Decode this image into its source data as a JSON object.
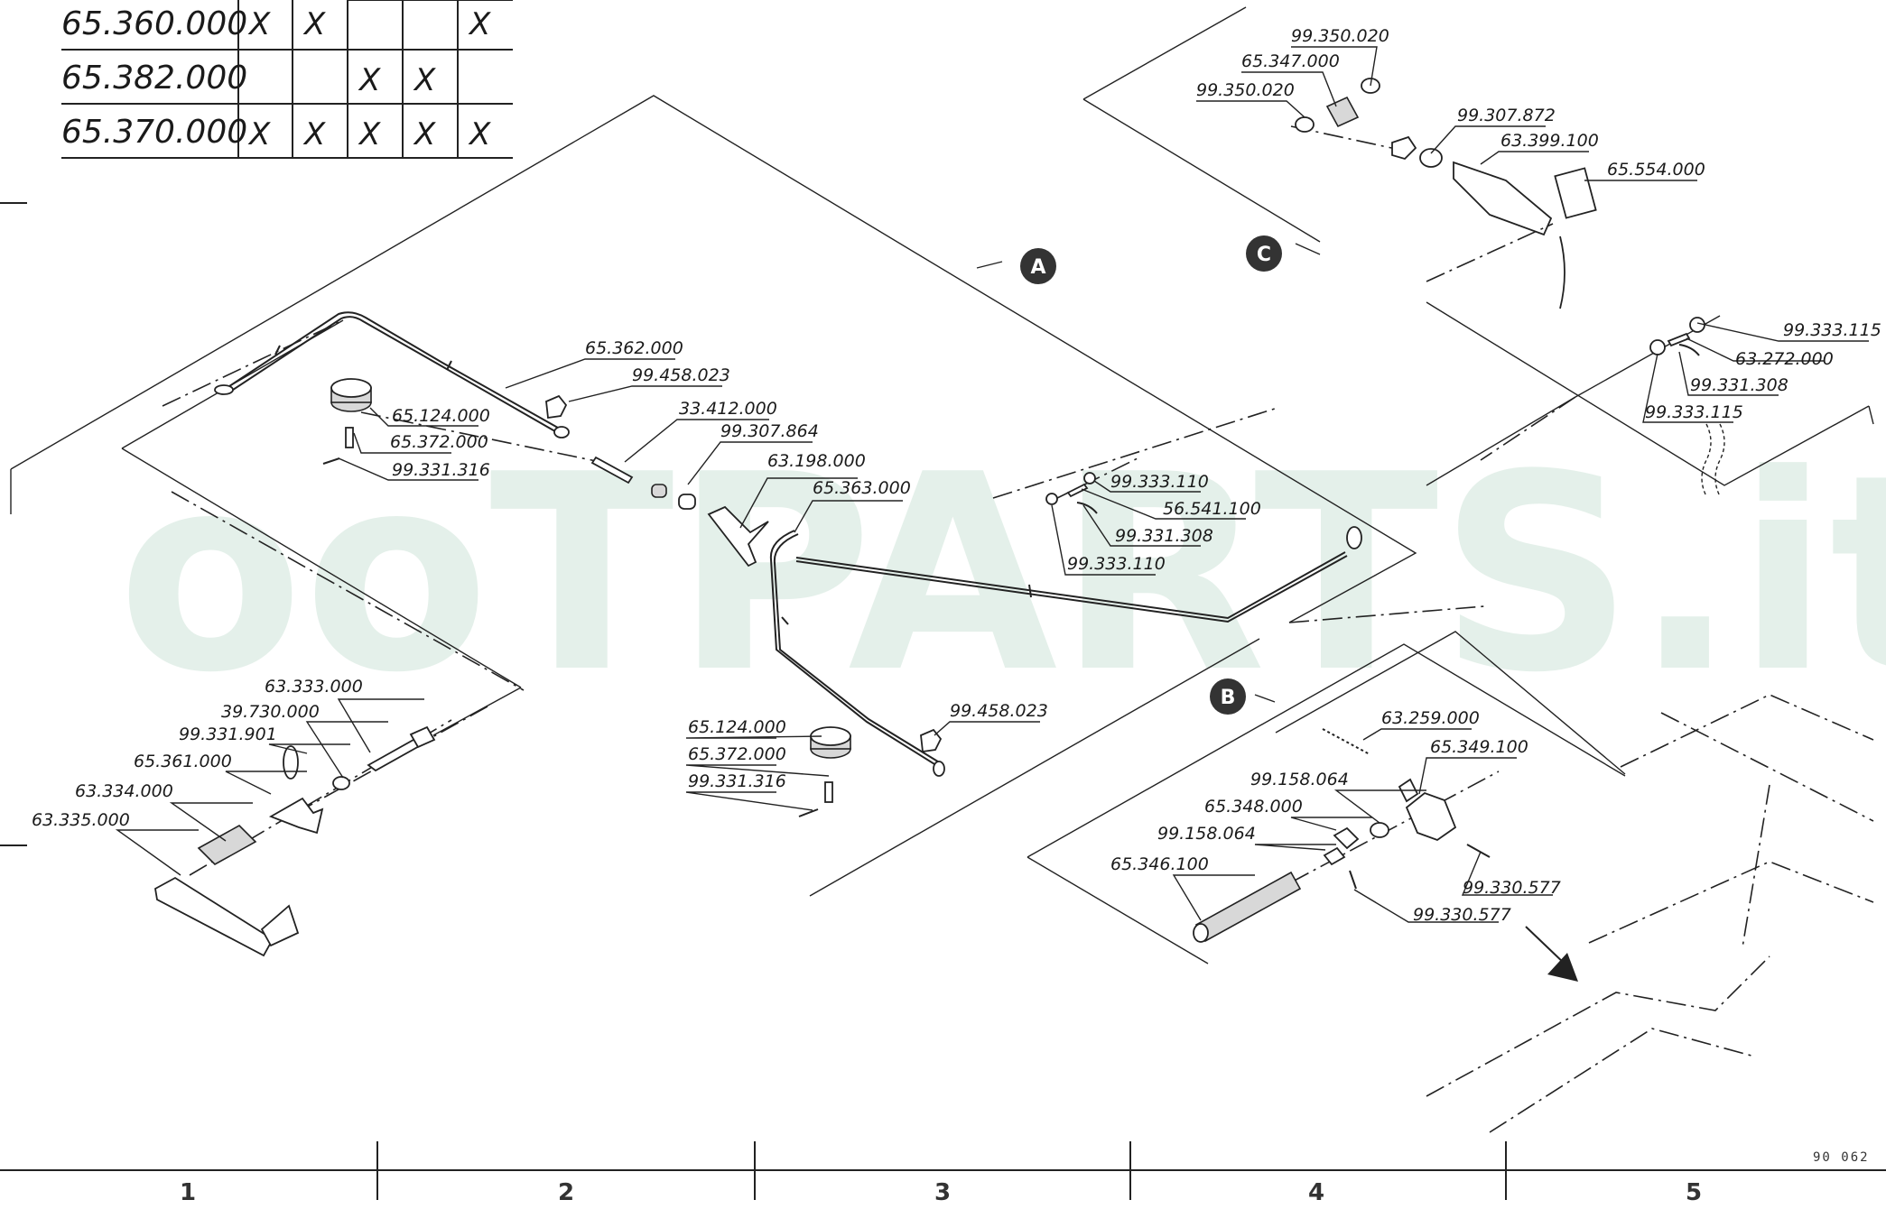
{
  "table": {
    "rows": [
      {
        "code": "65.360.000",
        "marks": [
          "X",
          "X",
          "",
          "",
          "X"
        ]
      },
      {
        "code": "65.382.000",
        "marks": [
          "",
          "",
          "X",
          "X",
          ""
        ]
      },
      {
        "code": "65.370.000",
        "marks": [
          "X",
          "X",
          "X",
          "X",
          "X"
        ]
      }
    ]
  },
  "sections": [
    "A",
    "B",
    "C"
  ],
  "labels": [
    {
      "id": "p1",
      "text": "65.362.000"
    },
    {
      "id": "p2",
      "text": "99.458.023"
    },
    {
      "id": "p3",
      "text": "33.412.000"
    },
    {
      "id": "p4",
      "text": "99.307.864"
    },
    {
      "id": "p5",
      "text": "63.198.000"
    },
    {
      "id": "p6",
      "text": "65.363.000"
    },
    {
      "id": "p7",
      "text": "65.124.000"
    },
    {
      "id": "p8",
      "text": "65.372.000"
    },
    {
      "id": "p9",
      "text": "99.331.316"
    },
    {
      "id": "p10",
      "text": "99.333.110"
    },
    {
      "id": "p11",
      "text": "56.541.100"
    },
    {
      "id": "p12",
      "text": "99.331.308"
    },
    {
      "id": "p13",
      "text": "99.333.110"
    },
    {
      "id": "p14",
      "text": "63.333.000"
    },
    {
      "id": "p15",
      "text": "39.730.000"
    },
    {
      "id": "p16",
      "text": "99.331.901"
    },
    {
      "id": "p17",
      "text": "65.361.000"
    },
    {
      "id": "p18",
      "text": "63.334.000"
    },
    {
      "id": "p19",
      "text": "63.335.000"
    },
    {
      "id": "p20",
      "text": "65.124.000"
    },
    {
      "id": "p21",
      "text": "65.372.000"
    },
    {
      "id": "p22",
      "text": "99.331.316"
    },
    {
      "id": "p23",
      "text": "99.458.023"
    },
    {
      "id": "p24",
      "text": "99.350.020"
    },
    {
      "id": "p25",
      "text": "65.347.000"
    },
    {
      "id": "p26",
      "text": "99.350.020"
    },
    {
      "id": "p27",
      "text": "99.307.872"
    },
    {
      "id": "p28",
      "text": "63.399.100"
    },
    {
      "id": "p29",
      "text": "65.554.000"
    },
    {
      "id": "p30",
      "text": "99.333.115"
    },
    {
      "id": "p31",
      "text": "63.272.000"
    },
    {
      "id": "p32",
      "text": "99.331.308"
    },
    {
      "id": "p33",
      "text": "99.333.115"
    },
    {
      "id": "p34",
      "text": "63.259.000"
    },
    {
      "id": "p35",
      "text": "65.349.100"
    },
    {
      "id": "p36",
      "text": "99.158.064"
    },
    {
      "id": "p37",
      "text": "65.348.000"
    },
    {
      "id": "p38",
      "text": "99.158.064"
    },
    {
      "id": "p39",
      "text": "65.346.100"
    },
    {
      "id": "p40",
      "text": "99.330.577"
    },
    {
      "id": "p41",
      "text": "99.330.577"
    }
  ],
  "zones": [
    "1",
    "2",
    "3",
    "4",
    "5"
  ],
  "drawing_code": "90 062",
  "watermark": "ooTPARTS.it"
}
